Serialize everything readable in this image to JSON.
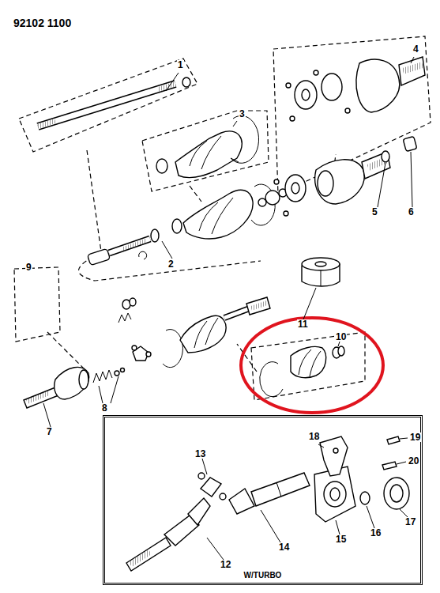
{
  "diagram": {
    "nodes": [
      {
        "text": [
          "W/TURBO"
        ]
      }
    ],
    "labels": [
      "92102 1100",
      "1",
      "2",
      "3",
      "4",
      "5",
      "6",
      "7",
      "8",
      "9",
      "10",
      "11",
      "12",
      "13",
      "14",
      "15",
      "16",
      "17",
      "18",
      "19",
      "20"
    ]
  }
}
